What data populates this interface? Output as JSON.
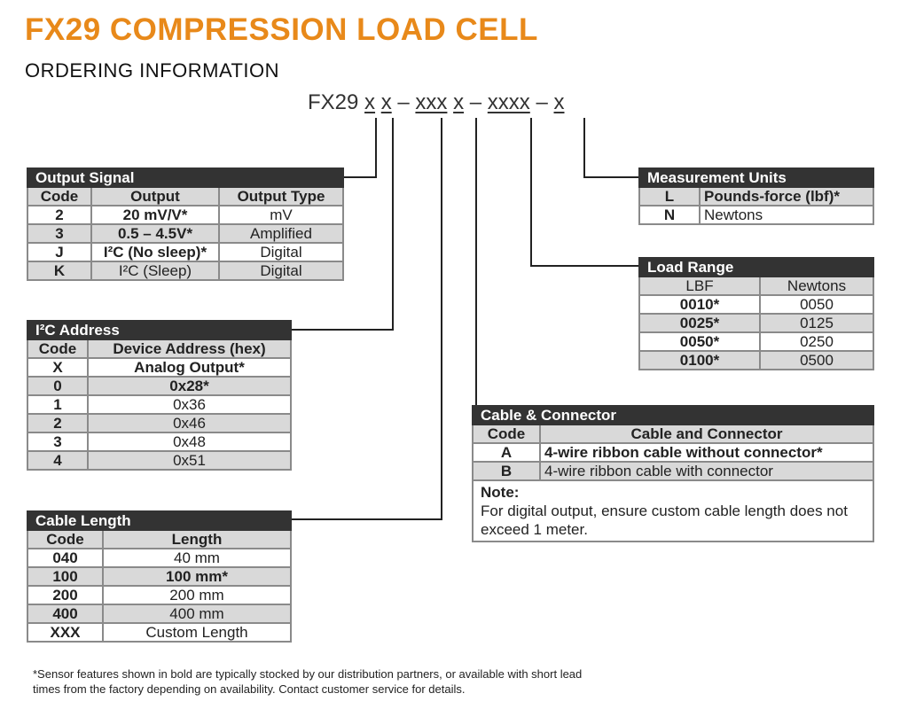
{
  "title": "FX29 COMPRESSION LOAD CELL",
  "subtitle": "ORDERING INFORMATION",
  "part_number": {
    "prefix": "FX29",
    "s1": "x",
    "s2": "x",
    "d1": "–",
    "s3": "xxx",
    "s4": "x",
    "d2": "–",
    "s5": "xxxx",
    "d3": "–",
    "s6": "x"
  },
  "output_signal": {
    "title": "Output Signal",
    "headers": [
      "Code",
      "Output",
      "Output Type"
    ],
    "rows": [
      [
        "2",
        "20 mV/V*",
        "mV"
      ],
      [
        "3",
        "0.5 – 4.5V*",
        "Amplified"
      ],
      [
        "J",
        "I²C (No sleep)*",
        "Digital"
      ],
      [
        "K",
        "I²C (Sleep)",
        "Digital"
      ]
    ]
  },
  "i2c_address": {
    "title": "I²C Address",
    "headers": [
      "Code",
      "Device Address (hex)"
    ],
    "rows": [
      [
        "X",
        "Analog Output*"
      ],
      [
        "0",
        "0x28*"
      ],
      [
        "1",
        "0x36"
      ],
      [
        "2",
        "0x46"
      ],
      [
        "3",
        "0x48"
      ],
      [
        "4",
        "0x51"
      ]
    ]
  },
  "cable_length": {
    "title": "Cable Length",
    "headers": [
      "Code",
      "Length"
    ],
    "rows": [
      [
        "040",
        "40 mm"
      ],
      [
        "100",
        "100 mm*"
      ],
      [
        "200",
        "200 mm"
      ],
      [
        "400",
        "400 mm"
      ],
      [
        "XXX",
        "Custom Length"
      ]
    ]
  },
  "measurement_units": {
    "title": "Measurement Units",
    "rows": [
      [
        "L",
        "Pounds-force (lbf)*"
      ],
      [
        "N",
        "Newtons"
      ]
    ]
  },
  "load_range": {
    "title": "Load Range",
    "headers": [
      "LBF",
      "Newtons"
    ],
    "rows": [
      [
        "0010*",
        "0050"
      ],
      [
        "0025*",
        "0125"
      ],
      [
        "0050*",
        "0250"
      ],
      [
        "0100*",
        "0500"
      ]
    ]
  },
  "cable_connector": {
    "title": "Cable & Connector",
    "headers": [
      "Code",
      "Cable and Connector"
    ],
    "rows": [
      [
        "A",
        "4-wire ribbon cable without connector*"
      ],
      [
        "B",
        "4-wire ribbon cable with connector"
      ]
    ],
    "note_label": "Note:",
    "note": "For digital output, ensure custom cable length does not exceed 1 meter."
  },
  "footnote": {
    "line1": "*Sensor features shown in bold are typically stocked by our distribution partners, or available with short lead",
    "line2": "times from the factory depending on availability.  Contact customer service for details."
  }
}
